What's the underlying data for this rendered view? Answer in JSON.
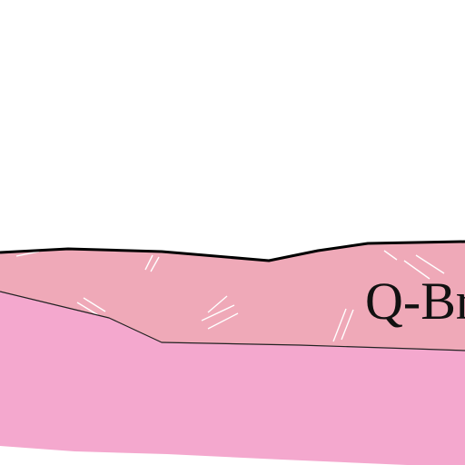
{
  "map": {
    "units": [
      {
        "id": "upper-unit",
        "label": "Q-Br",
        "fill": "#efa9b8",
        "hatch": "#ffffff"
      },
      {
        "id": "lower-unit",
        "label": "",
        "fill": "#f4a8ce"
      }
    ],
    "colors": {
      "background": "#ffffff",
      "contact_line": "#000000",
      "inner_contact_line": "#222222"
    }
  }
}
